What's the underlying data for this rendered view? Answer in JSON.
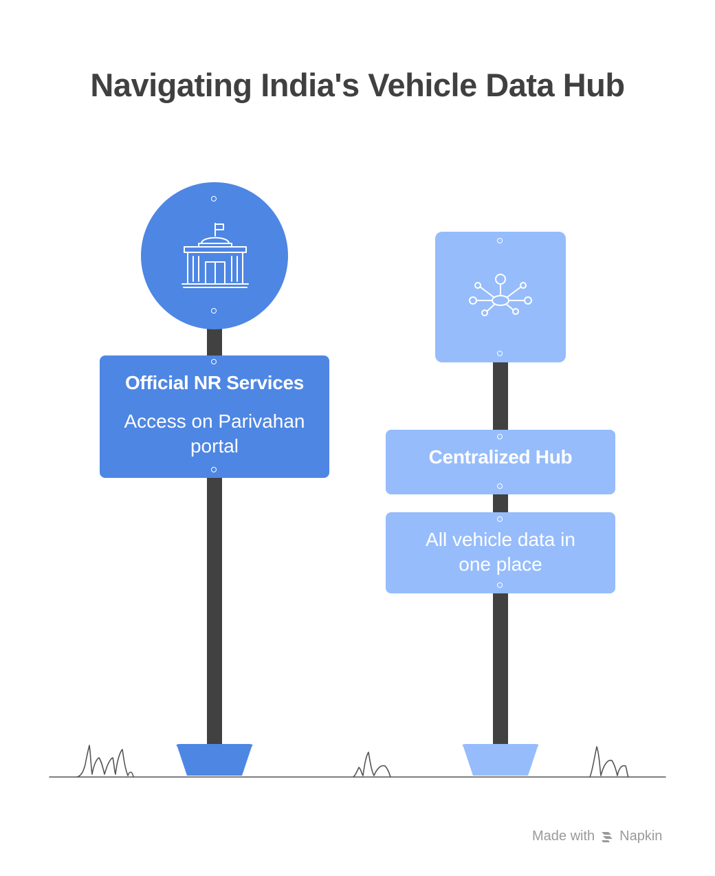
{
  "title": "Navigating India's Vehicle Data Hub",
  "left_sign": {
    "icon": "government-building-icon",
    "heading": "Official NR Services",
    "text": "Access on Parivahan portal"
  },
  "right_sign": {
    "icon": "network-hub-icon",
    "heading": "Centralized Hub",
    "text": "All vehicle data in one place"
  },
  "colors": {
    "primary": "#4e86e3",
    "secondary": "#96bcfb",
    "pole": "#414141",
    "title": "#404040"
  },
  "footer": {
    "made_with": "Made with",
    "brand": "Napkin"
  }
}
